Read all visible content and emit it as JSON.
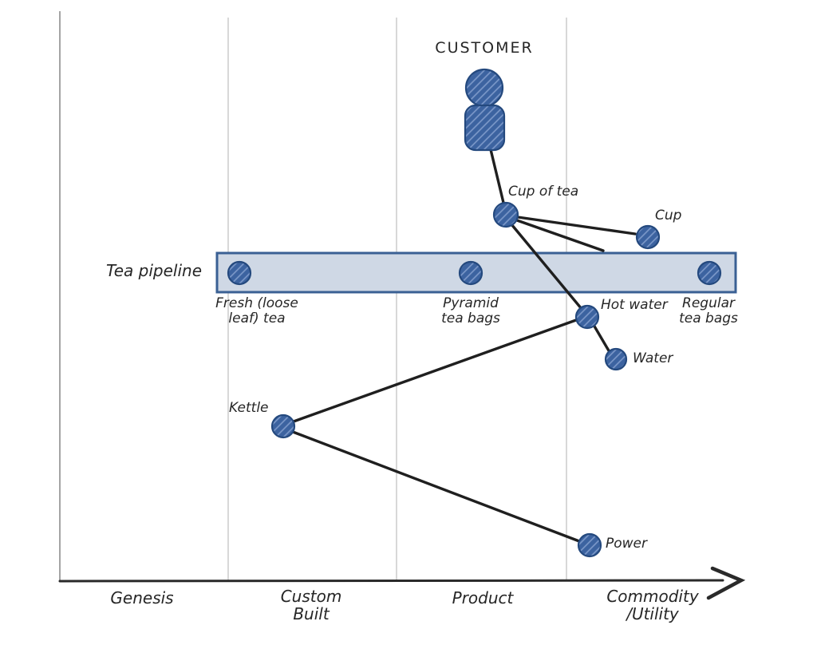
{
  "colors": {
    "node_fill": "#3c63a0",
    "node_hatch": "#7e9aca",
    "node_border": "#24497e",
    "pipeline_fill": "#cfd8e5",
    "pipeline_border": "#3a6094",
    "edge": "#1f1f1f",
    "gridline": "#cccccc",
    "y_axis": "#9a9a9a",
    "x_axis": "#2a2a2a",
    "text": "#262626"
  },
  "customer": {
    "label": "CUSTOMER"
  },
  "pipeline": {
    "label": "Tea pipeline",
    "nodes": {
      "fresh_tea": {
        "label": "Fresh (loose\nleaf) tea"
      },
      "pyramid_tea_bags": {
        "label": "Pyramid\ntea bags"
      },
      "regular_tea_bags": {
        "label": "Regular\ntea bags"
      }
    }
  },
  "nodes": {
    "cup_of_tea": {
      "label": "Cup of tea"
    },
    "cup": {
      "label": "Cup"
    },
    "hot_water": {
      "label": "Hot water"
    },
    "water": {
      "label": "Water"
    },
    "kettle": {
      "label": "Kettle"
    },
    "power": {
      "label": "Power"
    }
  },
  "axis": {
    "stages": {
      "genesis": {
        "label": "Genesis"
      },
      "custom_built": {
        "label": "Custom\nBuilt"
      },
      "product": {
        "label": "Product"
      },
      "commodity": {
        "label": "Commodity\n/Utility"
      }
    }
  }
}
